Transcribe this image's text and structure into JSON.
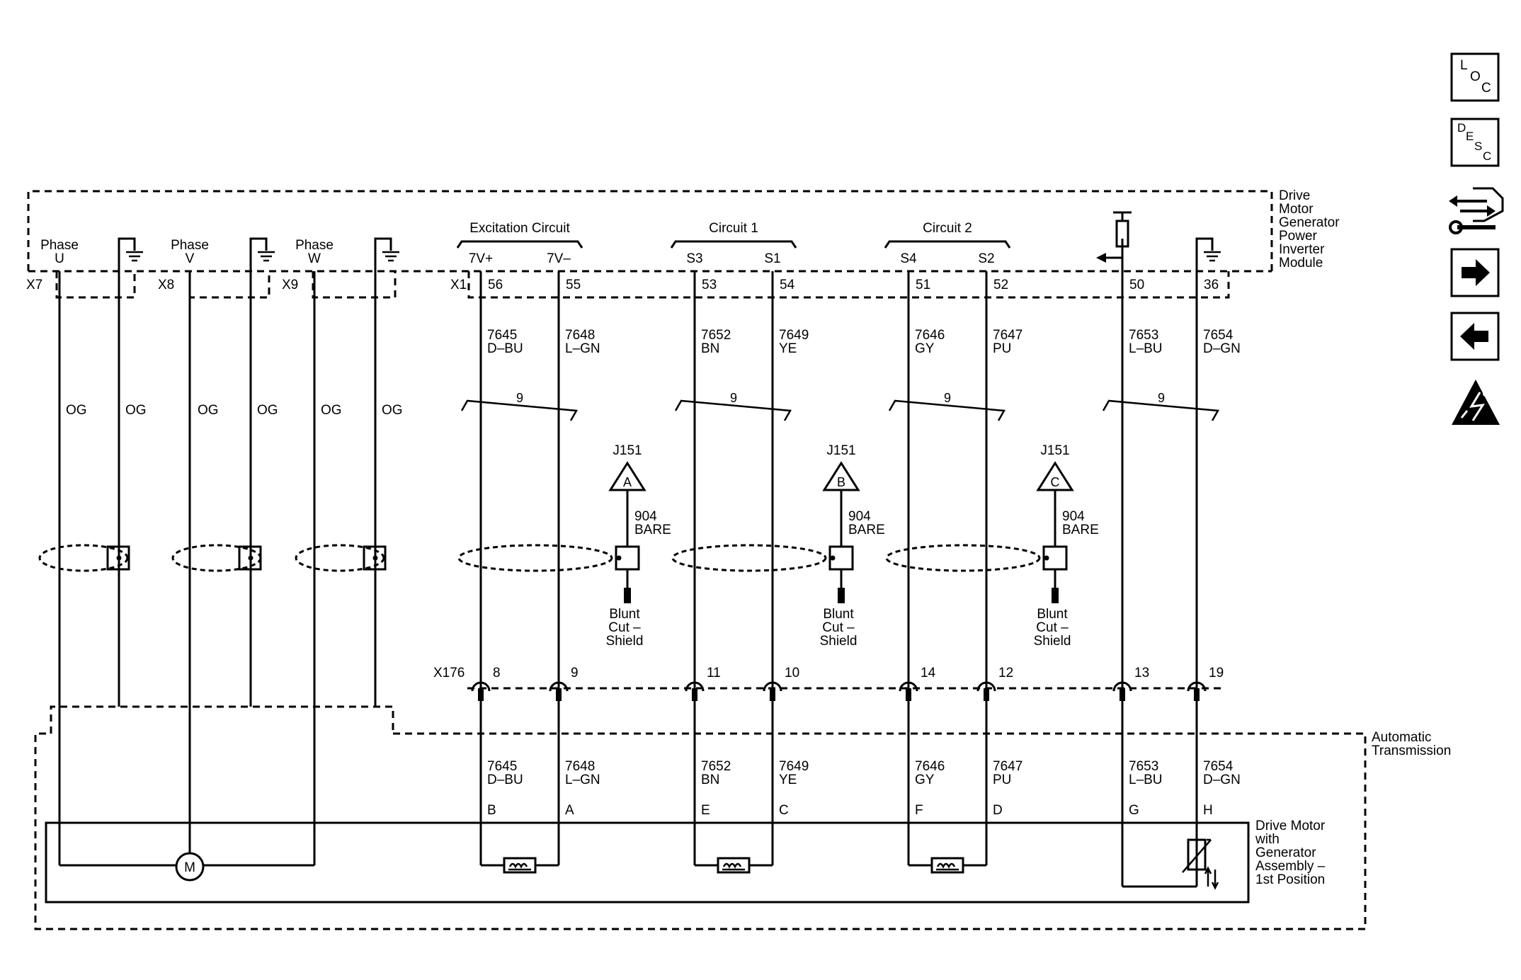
{
  "modules": {
    "inverter": [
      "Drive",
      "Motor",
      "Generator",
      "Power",
      "Inverter",
      "Module"
    ],
    "transmission": [
      "Automatic",
      "Transmission"
    ],
    "motor_assembly": [
      "Drive Motor",
      "with",
      "Generator",
      "Assembly –",
      "1st Position"
    ]
  },
  "groups": {
    "excitation": "Excitation Circuit",
    "circuit1": "Circuit 1",
    "circuit2": "Circuit 2"
  },
  "phases": [
    {
      "word": "Phase",
      "letter": "U",
      "connector": "X7"
    },
    {
      "word": "Phase",
      "letter": "V",
      "connector": "X8"
    },
    {
      "word": "Phase",
      "letter": "W",
      "connector": "X9"
    }
  ],
  "og_label": "OG",
  "connectors": {
    "top": "X1",
    "bottom": "X176"
  },
  "signals": [
    {
      "name": "7V+",
      "pin_top": "56",
      "circuit": "7645",
      "color": "D–BU",
      "pin_bottom": "8",
      "motor_pin": "B"
    },
    {
      "name": "7V–",
      "pin_top": "55",
      "circuit": "7648",
      "color": "L–GN",
      "pin_bottom": "9",
      "motor_pin": "A"
    },
    {
      "name": "S3",
      "pin_top": "53",
      "circuit": "7652",
      "color": "BN",
      "pin_bottom": "11",
      "motor_pin": "E"
    },
    {
      "name": "S1",
      "pin_top": "54",
      "circuit": "7649",
      "color": "YE",
      "pin_bottom": "10",
      "motor_pin": "C"
    },
    {
      "name": "S4",
      "pin_top": "51",
      "circuit": "7646",
      "color": "GY",
      "pin_bottom": "14",
      "motor_pin": "F"
    },
    {
      "name": "S2",
      "pin_top": "52",
      "circuit": "7647",
      "color": "PU",
      "pin_bottom": "12",
      "motor_pin": "D"
    },
    {
      "name": "",
      "pin_top": "50",
      "circuit": "7653",
      "color": "L–BU",
      "pin_bottom": "13",
      "motor_pin": "G"
    },
    {
      "name": "",
      "pin_top": "36",
      "circuit": "7654",
      "color": "D–GN",
      "pin_bottom": "19",
      "motor_pin": "H"
    }
  ],
  "twist_count": "9",
  "shields": [
    {
      "ref": "J151",
      "letter": "A",
      "circuit": "904",
      "color": "BARE",
      "note": [
        "Blunt",
        "Cut –",
        "Shield"
      ]
    },
    {
      "ref": "J151",
      "letter": "B",
      "circuit": "904",
      "color": "BARE",
      "note": [
        "Blunt",
        "Cut –",
        "Shield"
      ]
    },
    {
      "ref": "J151",
      "letter": "C",
      "circuit": "904",
      "color": "BARE",
      "note": [
        "Blunt",
        "Cut –",
        "Shield"
      ]
    }
  ],
  "motor_symbol": "M",
  "sidebar": [
    {
      "icon": "loc-icon",
      "letters": [
        "L",
        "O",
        "C"
      ]
    },
    {
      "icon": "desc-icon",
      "letters": [
        "D",
        "E",
        "S",
        "C"
      ]
    },
    {
      "icon": "connector-tool-icon"
    },
    {
      "icon": "arrow-right-icon"
    },
    {
      "icon": "arrow-left-icon"
    },
    {
      "icon": "high-voltage-warning-icon"
    }
  ]
}
